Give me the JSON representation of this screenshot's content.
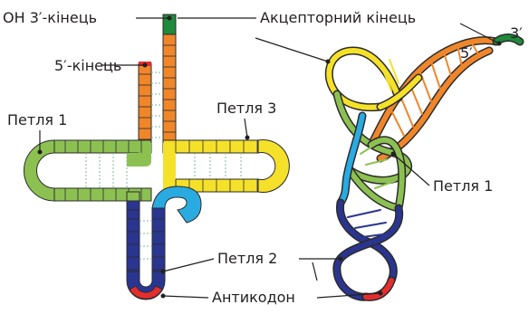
{
  "labels": {
    "oh_3_end": "OH 3′-кінець",
    "acceptor_end": "Акцепторний кінець",
    "five_end_left": "5′-кінець",
    "loop1_left": "Петля 1",
    "loop3": "Петля 3",
    "loop1_right": "Петля 1",
    "loop2": "Петля 2",
    "anticodon": "Антикодон",
    "five_prime": "5′",
    "three_prime": "3′"
  },
  "colors": {
    "acceptor_green": "#1e8a3b",
    "acceptor_orange": "#f0862a",
    "loop1_green": "#8cc152",
    "loop3_yellow": "#f6e12a",
    "variable_blue": "#29abe2",
    "anticodon_stem_navy": "#2a3590",
    "anticodon_red": "#e52d2d",
    "outline": "#2b2b2b",
    "text": "#231f20"
  }
}
